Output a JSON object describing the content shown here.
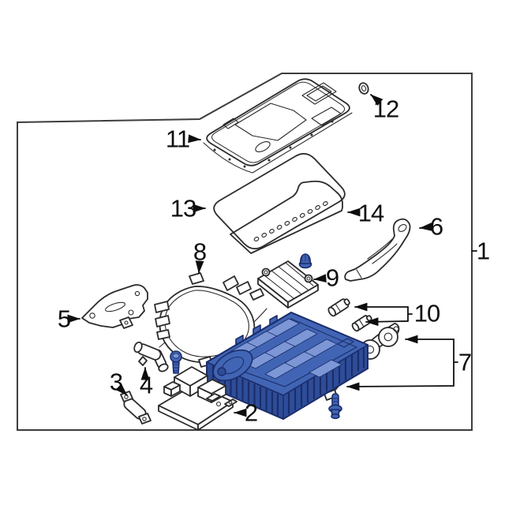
{
  "diagram": {
    "type": "exploded-parts-diagram",
    "colors": {
      "background": "#ffffff",
      "ink": "#2b2b2b",
      "frame": "#3d3d3d",
      "arrow": "#0e0e0e",
      "highlight": "#4165b4",
      "highlight_light": "#7d97d6",
      "highlight_dark": "#2e4d99",
      "highlight_stroke": "#1b2d6b"
    },
    "callouts": [
      {
        "id": 1,
        "label": "1"
      },
      {
        "id": 2,
        "label": "2"
      },
      {
        "id": 3,
        "label": "3"
      },
      {
        "id": 4,
        "label": "4"
      },
      {
        "id": 5,
        "label": "5"
      },
      {
        "id": 6,
        "label": "6"
      },
      {
        "id": 7,
        "label": "7"
      },
      {
        "id": 8,
        "label": "8"
      },
      {
        "id": 9,
        "label": "9"
      },
      {
        "id": 10,
        "label": "10"
      },
      {
        "id": 11,
        "label": "11"
      },
      {
        "id": 12,
        "label": "12"
      },
      {
        "id": 13,
        "label": "13"
      },
      {
        "id": 14,
        "label": "14"
      }
    ]
  }
}
